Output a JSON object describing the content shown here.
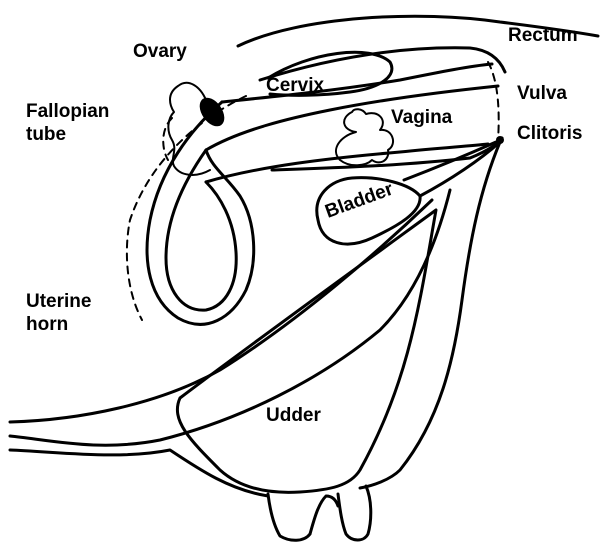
{
  "labels": {
    "ovary": "Ovary",
    "fallopian_tube": [
      "Fallopian",
      "tube"
    ],
    "cervix": "Cervix",
    "rectum": "Rectum",
    "vulva": "Vulva",
    "vagina": "Vagina",
    "clitoris": "Clitoris",
    "bladder": "Bladder",
    "uterine_horn": [
      "Uterine",
      "horn"
    ],
    "udder": "Udder"
  }
}
